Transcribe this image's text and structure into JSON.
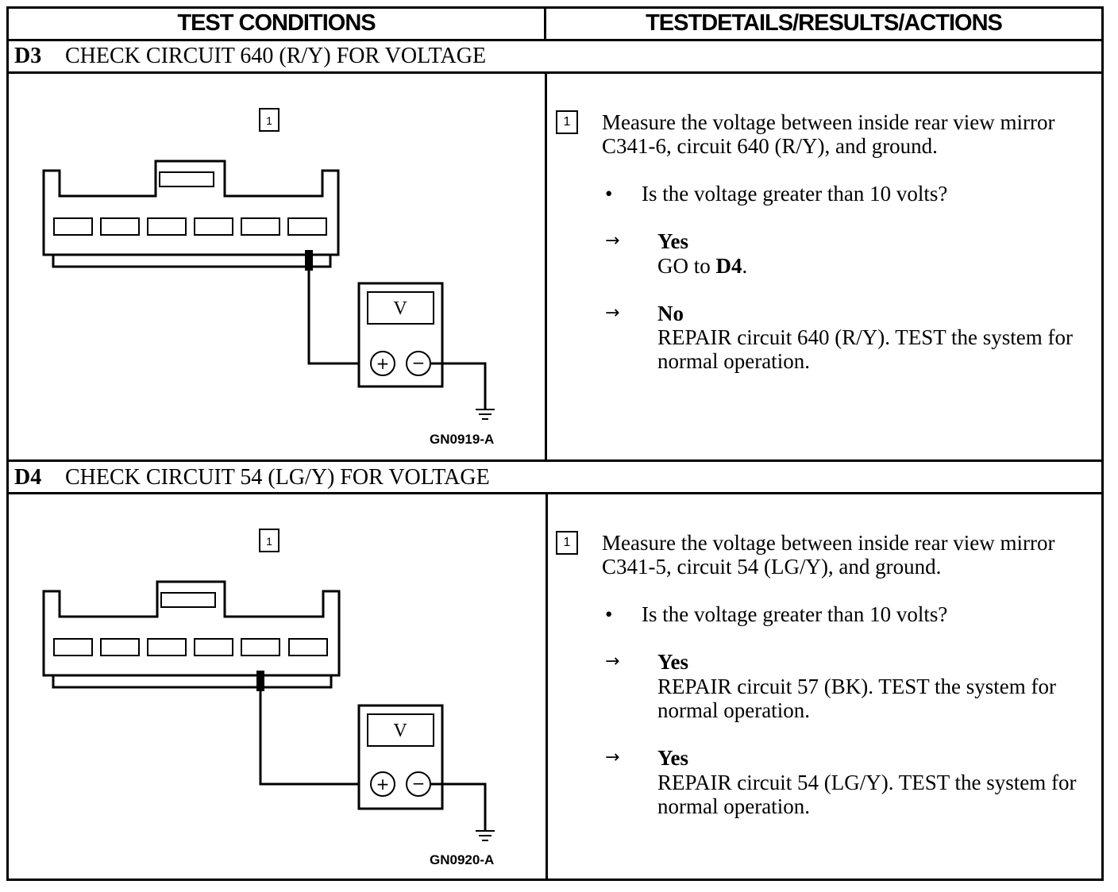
{
  "header": {
    "left": "TEST CONDITIONS",
    "right": "TESTDETAILS/RESULTS/ACTIONS"
  },
  "steps": [
    {
      "id": "D3",
      "title": "CHECK CIRCUIT 640 (R/Y) FOR VOLTAGE",
      "figure": {
        "marker": "1",
        "meter_label": "V",
        "plus": "+",
        "minus": "−",
        "code": "GN0919-A",
        "probe_pin": 6
      },
      "detail": {
        "marker": "1",
        "instruction": "Measure the voltage between inside rear view mirror C341-6, circuit 640 (R/Y), and ground.",
        "question": "Is the voltage greater than 10 volts?",
        "answers": [
          {
            "label": "Yes",
            "action_prefix": "GO to ",
            "action_bold": "D4",
            "action_suffix": "."
          },
          {
            "label": "No",
            "action_prefix": "REPAIR circuit 640 (R/Y). TEST the system for normal operation.",
            "action_bold": "",
            "action_suffix": ""
          }
        ]
      }
    },
    {
      "id": "D4",
      "title": "CHECK CIRCUIT 54 (LG/Y) FOR VOLTAGE",
      "figure": {
        "marker": "1",
        "meter_label": "V",
        "plus": "+",
        "minus": "−",
        "code": "GN0920-A",
        "probe_pin": 5
      },
      "detail": {
        "marker": "1",
        "instruction": "Measure the voltage between inside rear view mirror C341-5, circuit 54 (LG/Y), and ground.",
        "question": "Is the voltage greater than 10 volts?",
        "answers": [
          {
            "label": "Yes",
            "action_prefix": "REPAIR circuit 57 (BK). TEST the system for normal operation.",
            "action_bold": "",
            "action_suffix": ""
          },
          {
            "label": "Yes",
            "action_prefix": "REPAIR circuit 54 (LG/Y). TEST the system for normal operation.",
            "action_bold": "",
            "action_suffix": ""
          }
        ]
      }
    }
  ],
  "symbols": {
    "arrow": "→",
    "bullet": "•"
  }
}
